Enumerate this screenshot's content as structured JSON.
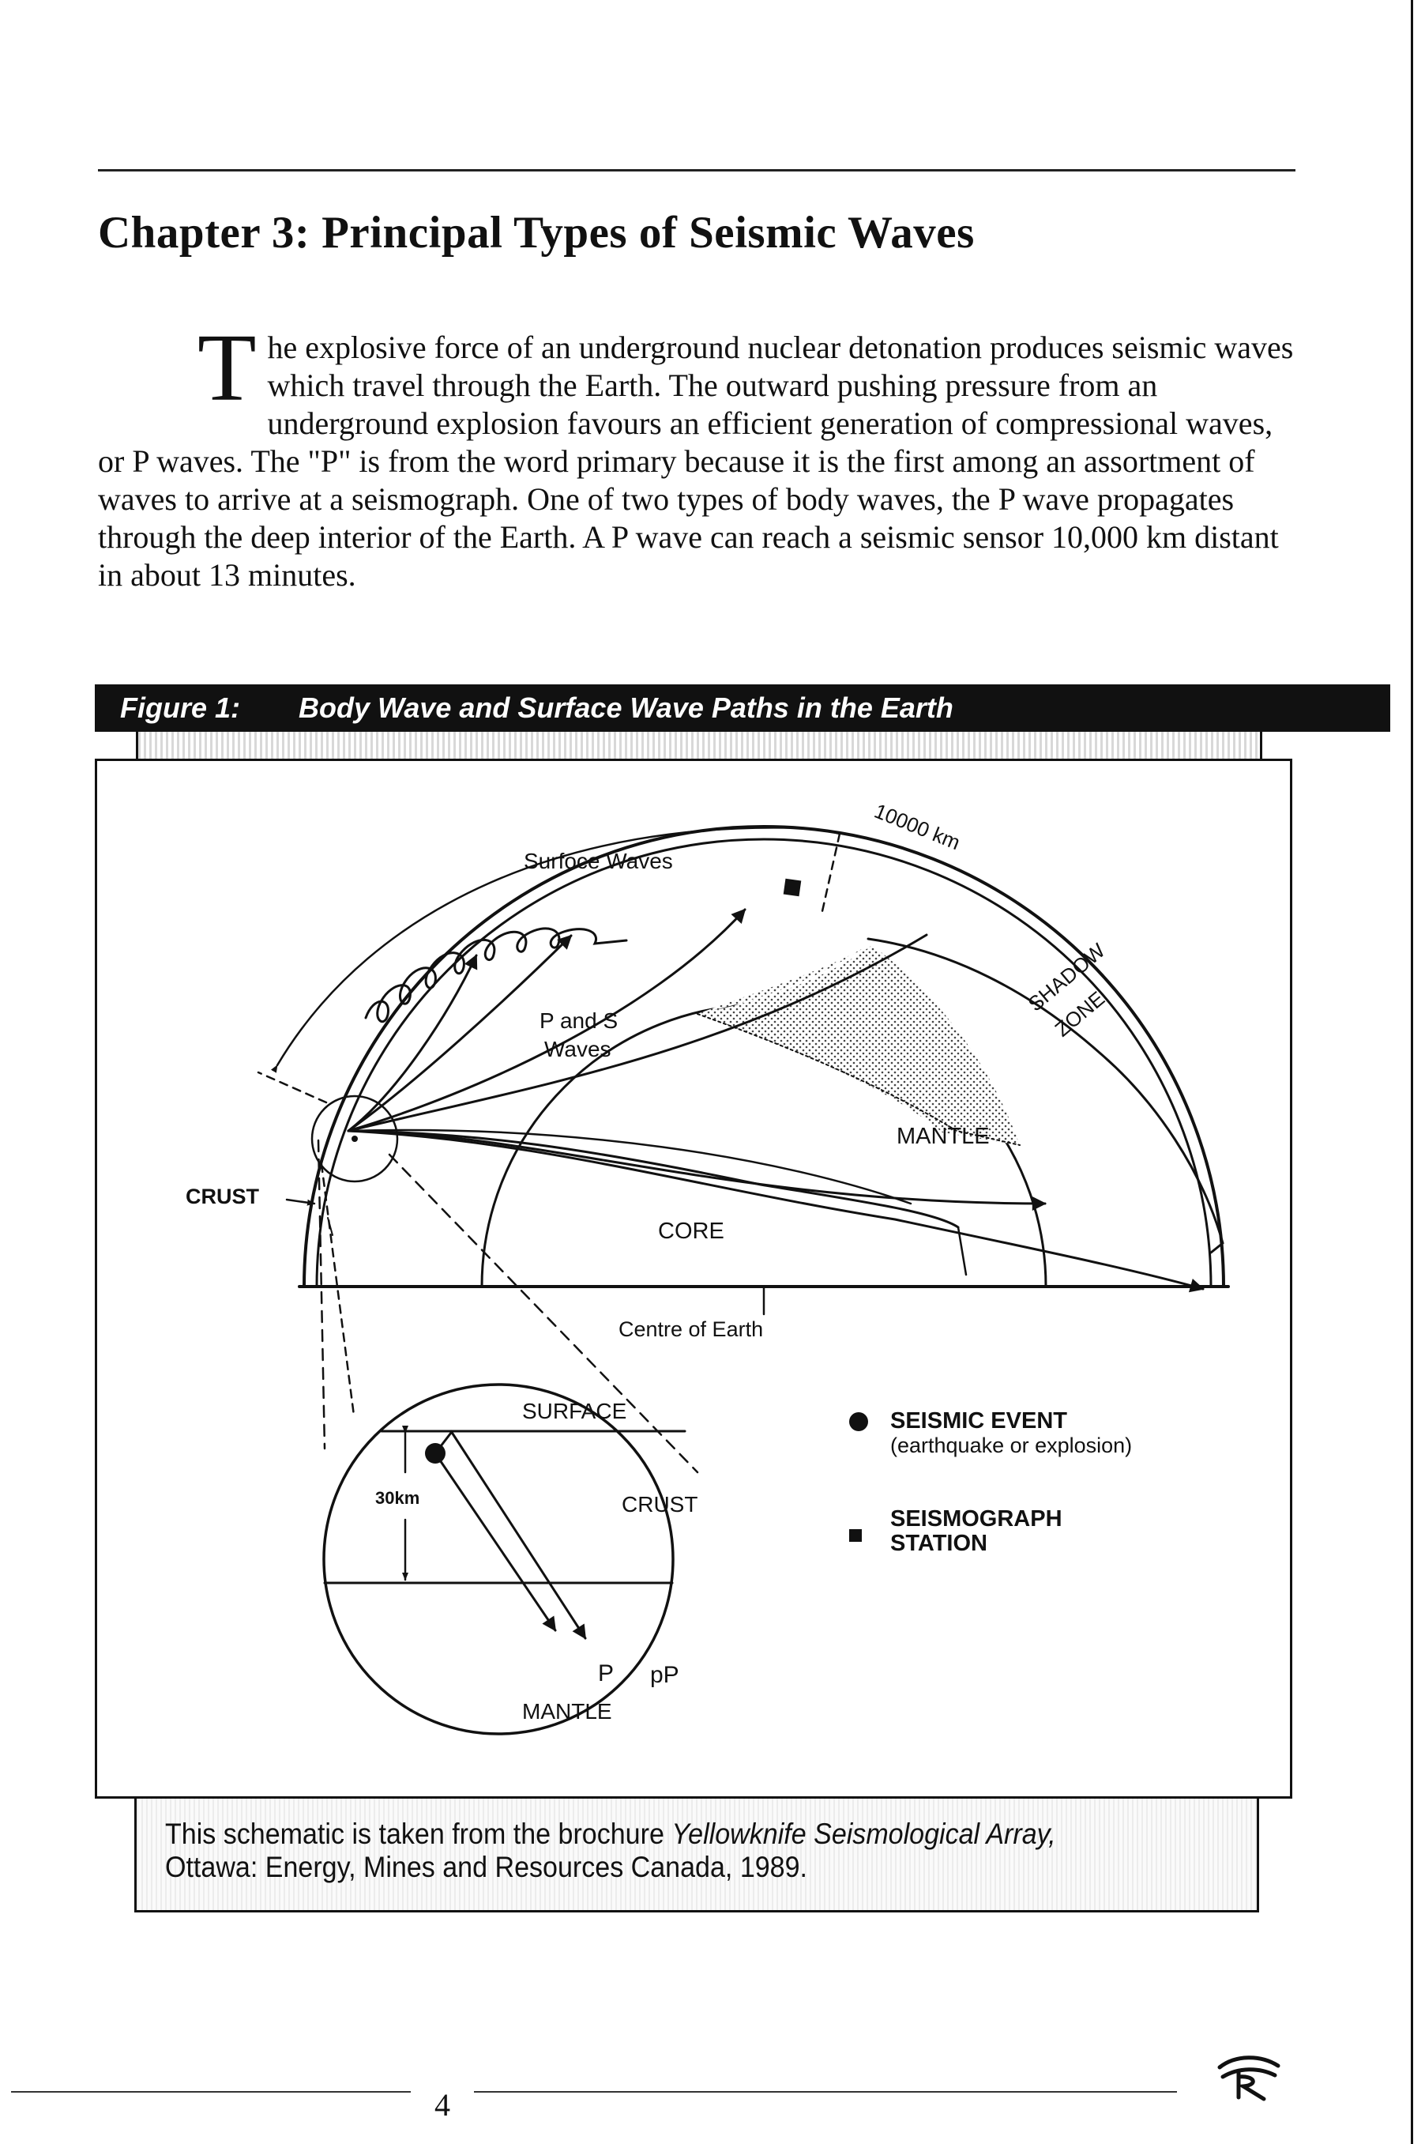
{
  "chapter_title": "Chapter 3: Principal Types of Seismic Waves",
  "intro": {
    "dropcap": "T",
    "text": "he explosive force of an underground nuclear detonation produces seismic waves which travel through the Earth. The outward pushing pressure from an underground explosion favours an efficient generation of compressional waves, or P waves. The \"P\" is from the word primary because it is the first among an assortment of waves to arrive at a seismograph. One of two types of body waves, the P wave propagates through the deep interior of the Earth. A P wave can reach a seismic sensor 10,000 km distant in about 13 minutes."
  },
  "figure": {
    "label": "Figure 1:",
    "caption": "Body Wave and Surface Wave Paths in the Earth",
    "labels": {
      "surface_waves": "Surfoce Waves",
      "distance": "10000 km",
      "shadow": "SHADOW",
      "zone": "ZONE",
      "p_and_s": "P and S",
      "waves": "Waves",
      "mantle": "MANTLE",
      "core": "CORE",
      "crust": "CRUST",
      "centre": "Centre of Earth",
      "inset_surface": "SURFACE",
      "inset_crust": "CRUST",
      "inset_depth": "30km",
      "inset_p": "P",
      "inset_pp": "pP",
      "inset_mantle": "MANTLE"
    },
    "legend": {
      "event": "SEISMIC EVENT",
      "event_sub": "(earthquake or explosion)",
      "station": "SEISMOGRAPH STATION"
    }
  },
  "credit": {
    "prefix": "This schematic is taken from the brochure ",
    "title": "Yellowknife Seismological Array,",
    "rest": "Ottawa: Energy, Mines and Resources Canada, 1989."
  },
  "page_number": "4"
}
